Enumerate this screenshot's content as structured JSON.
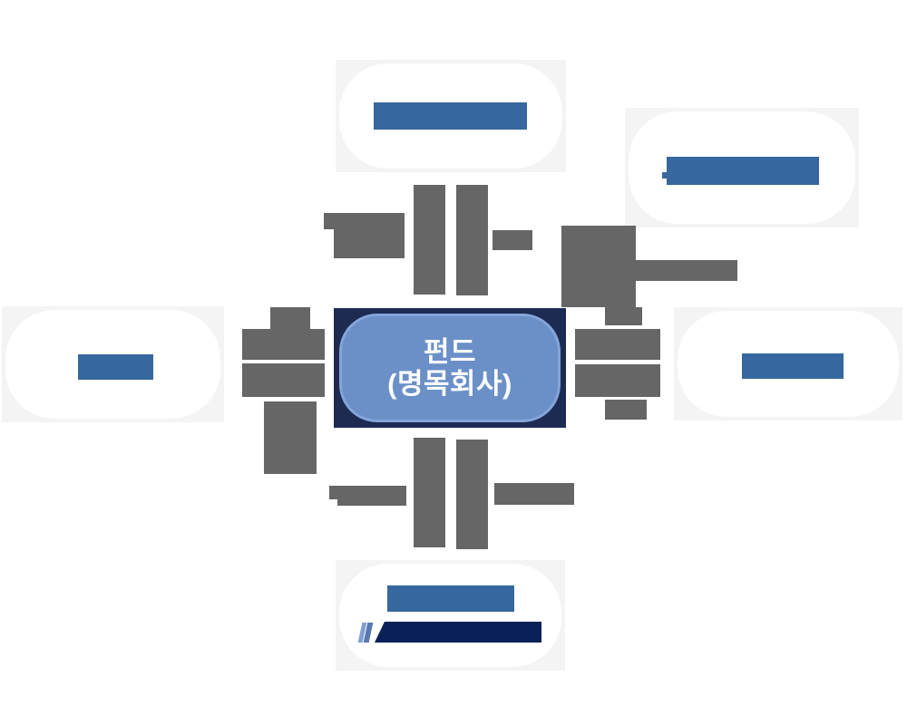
{
  "diagram": {
    "type": "hub-and-spoke",
    "center": {
      "label_line1": "펀드",
      "label_line2": "(명목회사)"
    },
    "nodes": [
      {
        "id": "top",
        "bars": [
          "blue"
        ]
      },
      {
        "id": "top-right",
        "bars": [
          "blue"
        ]
      },
      {
        "id": "left",
        "bars": [
          "blue"
        ]
      },
      {
        "id": "right",
        "bars": [
          "blue"
        ]
      },
      {
        "id": "bottom",
        "bars": [
          "blue",
          "navy"
        ]
      }
    ],
    "colors": {
      "bar_blue": "#36679e",
      "center_fill": "#6b90c8",
      "center_border": "#1d2b52",
      "center_edge": "#84a5da",
      "navy_bar": "#0a2158",
      "mark_light_1": "#7fa0d2",
      "mark_light_2": "#5878b1",
      "connector_gray": "#666666",
      "node_bg": "#f4f4f4"
    }
  }
}
